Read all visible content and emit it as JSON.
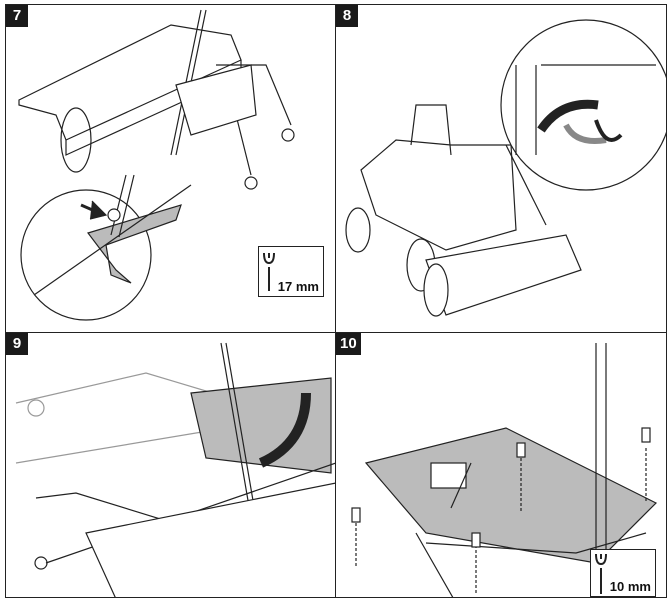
{
  "panels": [
    {
      "number": "7",
      "tool": {
        "icon": "wrench-icon",
        "size": "17 mm"
      }
    },
    {
      "number": "8"
    },
    {
      "number": "9"
    },
    {
      "number": "10",
      "tool": {
        "icon": "wrench-icon",
        "size": "10 mm"
      }
    }
  ]
}
